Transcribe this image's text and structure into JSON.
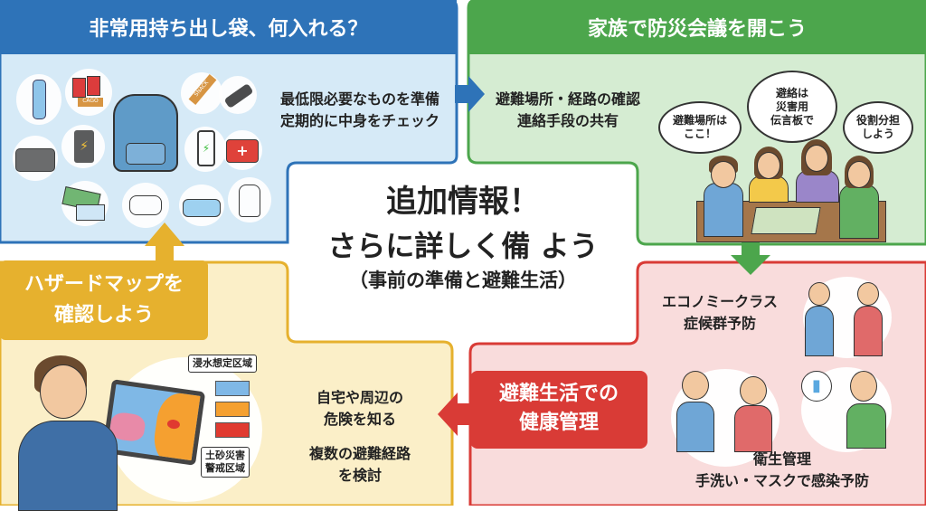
{
  "center": {
    "title_line1": "追加情報！",
    "title_line2": "さらに詳しく備 よう",
    "subtitle": "（事前の準備と避難生活）"
  },
  "panels": {
    "emergency_bag": {
      "header": "非常用持ち出し袋、何入れる？",
      "lines": [
        "最低限必要なものを準備",
        "定期的に中身をチェック"
      ],
      "icons": [
        "water-bottle",
        "canned-food",
        "backpack",
        "snack-bars",
        "flashlight",
        "radio",
        "power-bank",
        "smartphone",
        "first-aid-kit",
        "cash-and-id",
        "mask",
        "wet-wipes",
        "portable-toilet"
      ],
      "icon_labels": {
        "cargo": "CAGO",
        "snack": "SNACK"
      },
      "color": "#2e73b8",
      "bg": "#d6eaf7"
    },
    "family_meeting": {
      "header": "家族で防災会議を開こう",
      "lines": [
        "避難場所・経路の確認",
        "連絡手段の共有"
      ],
      "bubbles": [
        "避難場所は\nここ！",
        "避絡は\n災害用\n伝言板で",
        "役割分担\nしよう"
      ],
      "color": "#4ca64c",
      "bg": "#d5ecd2"
    },
    "hazard_map": {
      "header_line1": "ハザードマップを",
      "header_line2": "確認しよう",
      "legend_top": "浸水想定区域",
      "legend_bottom_line1": "土砂災害",
      "legend_bottom_line2": "警戒区域",
      "lines": [
        "自宅や周辺の",
        "危険を知る"
      ],
      "lines2": [
        "複数の避難経路",
        "を検討"
      ],
      "legend_colors": [
        "#7fb8e6",
        "#f5a030",
        "#e03a30"
      ],
      "color": "#e6b12e",
      "bg": "#fbefc8"
    },
    "health": {
      "header_line1": "避難生活での",
      "header_line2": "健康管理",
      "item1_line1": "エコノミークラス",
      "item1_line2": "症候群予防",
      "item2_line1": "衛生管理",
      "item2_line2": "手洗い・マスクで感染予防",
      "color": "#d93b36",
      "bg": "#f9dcdc"
    }
  }
}
